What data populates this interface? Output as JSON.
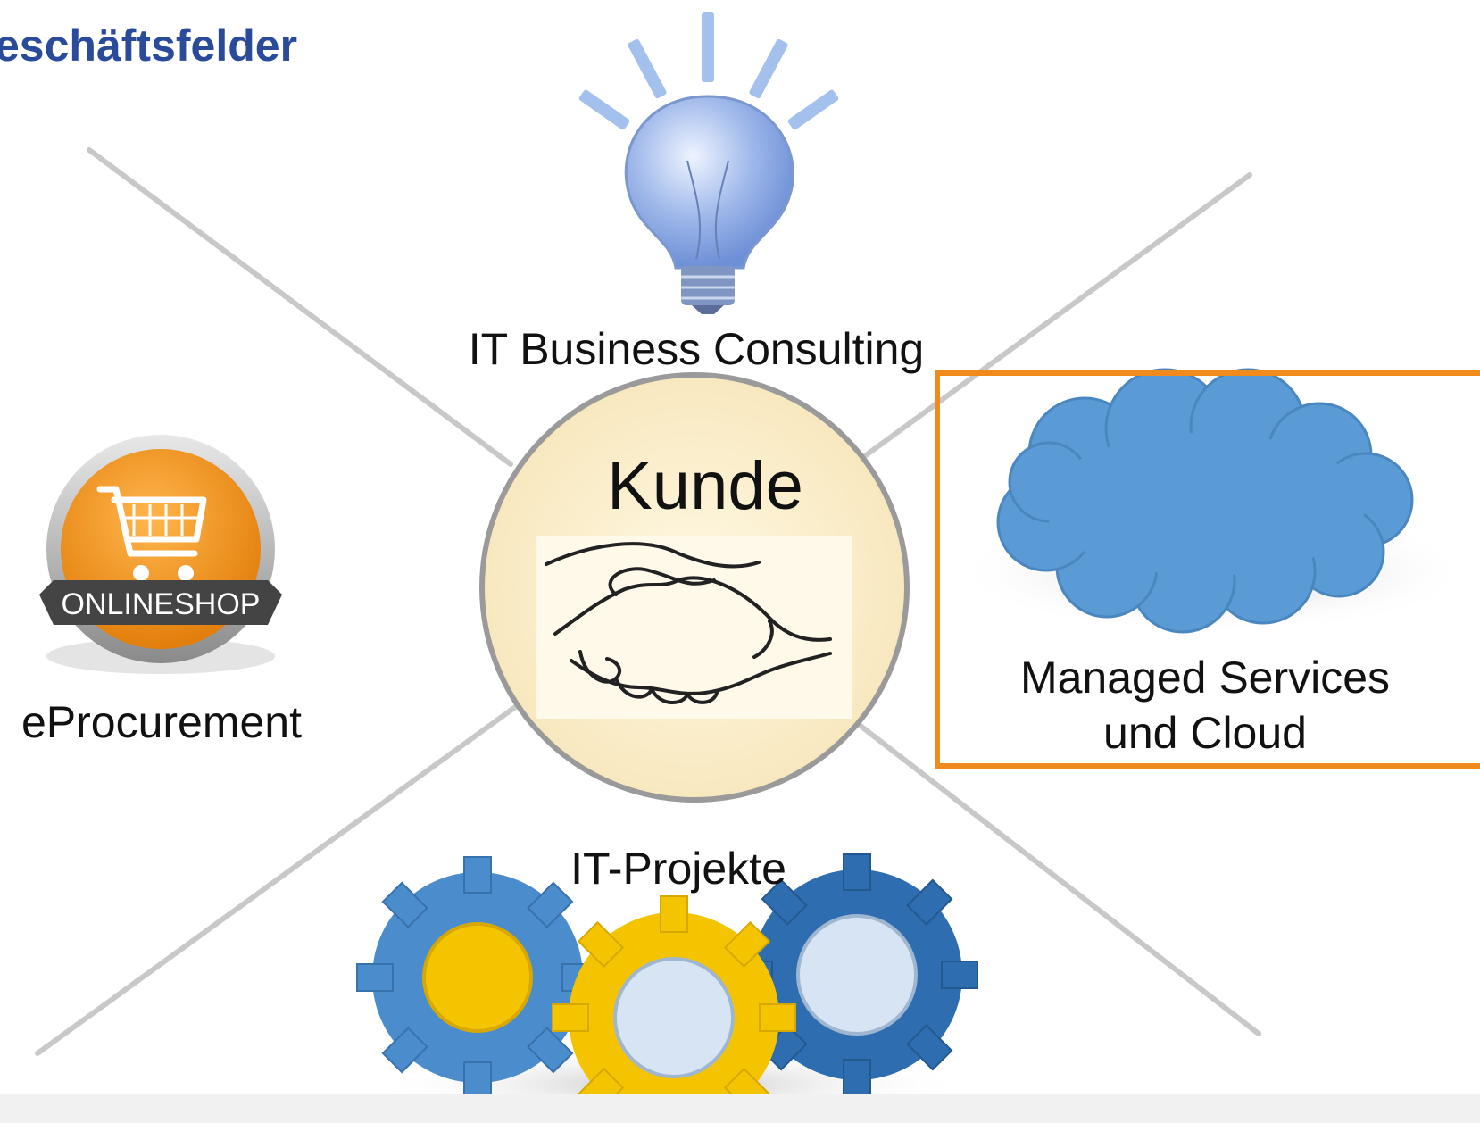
{
  "slide": {
    "title": "eschäftsfelder"
  },
  "center": {
    "label": "Kunde",
    "icon": "handshake-icon",
    "fill_color": "#fcefc9",
    "border_color": "#9a9a9a"
  },
  "segments": [
    {
      "id": "consulting",
      "label": "IT Business Consulting",
      "icon": "lightbulb-icon"
    },
    {
      "id": "procurement",
      "label": "eProcurement",
      "icon": "shopping-cart-badge-icon",
      "badge_text": "ONLINESHOP"
    },
    {
      "id": "managed",
      "label_line1": "Managed Services",
      "label_line2": "und Cloud",
      "icon": "cloud-icon",
      "highlighted": true
    },
    {
      "id": "projects",
      "label": "IT-Projekte",
      "icon": "gears-icon"
    }
  ],
  "colors": {
    "title": "#2a4a9a",
    "highlight_border": "#f08a1c",
    "cloud": "#5b9bd5",
    "gear_blue": "#4a8ccc",
    "gear_dark_blue": "#2e6db0",
    "gear_yellow": "#f5c400",
    "badge_orange": "#f0901a",
    "connector": "#c8c8c8"
  }
}
